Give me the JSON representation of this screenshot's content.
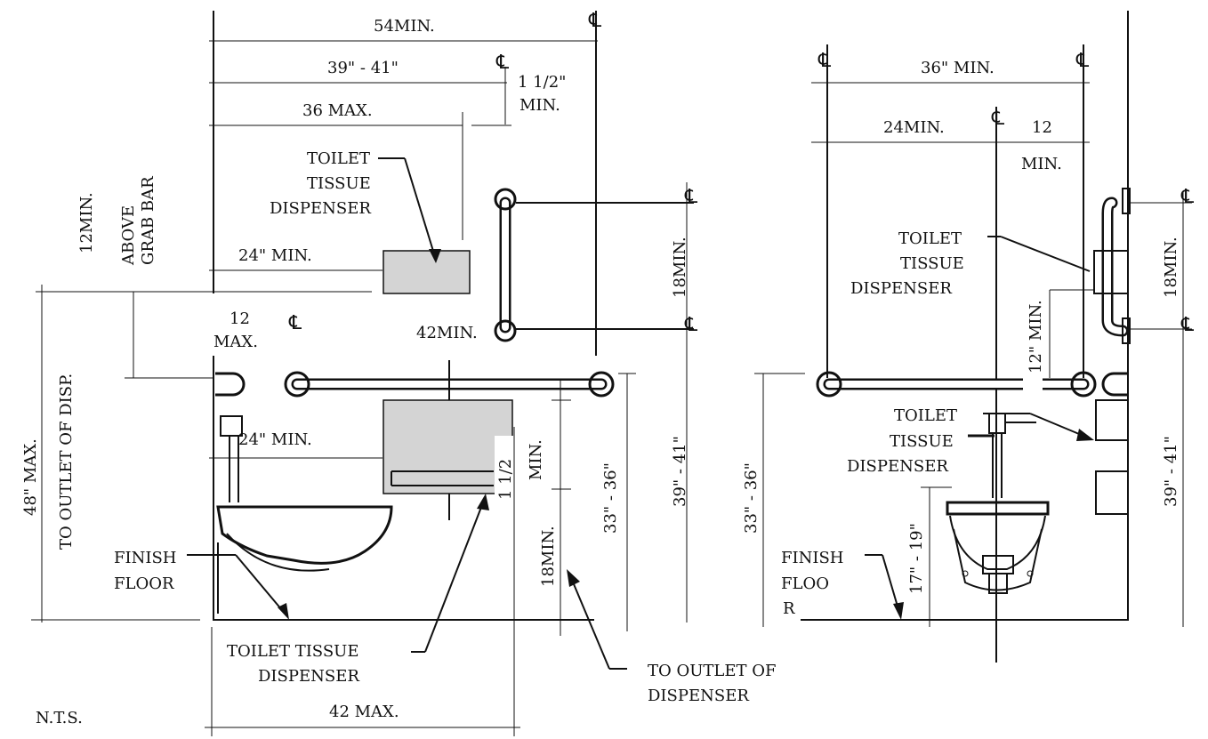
{
  "labels": {
    "d54min": "54MIN.",
    "d39_41_top": "39\" - 41\"",
    "d1_5_a": "1 1/2\"",
    "d1_5_b": "MIN.",
    "d36max": "36 MAX.",
    "tt1_a": "TOILET",
    "tt1_b": "TISSUE",
    "tt1_c": "DISPENSER",
    "d12min_a": "12MIN.",
    "above_a": "ABOVE",
    "above_b": "GRAB BAR",
    "d24min_a": "24\" MIN.",
    "d18min_a": "18MIN.",
    "d12max_a": "12",
    "d12max_b": "MAX.",
    "d42min": "42MIN.",
    "d48max": "48\" MAX.",
    "to_outlet_disp": "TO OUTLET OF DISP.",
    "d24min_b": "24\" MIN.",
    "d1_5_c": "1 1/2",
    "d1_5_d": "MIN.",
    "d33_36_a": "33\" - 36\"",
    "d39_41_a": "39\" - 41\"",
    "d18min_b": "18MIN.",
    "finish_a": "FINISH",
    "floor_a": "FLOOR",
    "tt2_a": "TOILET TISSUE",
    "tt2_b": "DISPENSER",
    "to_outlet_a": "TO OUTLET OF",
    "to_outlet_b": "DISPENSER",
    "d42max": "42 MAX.",
    "nts": "N.T.S.",
    "d36min": "36\" MIN.",
    "d24min_c": "24MIN.",
    "d12_b": "12",
    "d12min_c": "MIN.",
    "tt3_a": "TOILET",
    "tt3_b": "TISSUE",
    "tt3_c": "DISPENSER",
    "d18min_c": "18MIN.",
    "d12min_d": "12\" MIN.",
    "tt4_a": "TOILET",
    "tt4_b": "TISSUE",
    "tt4_c": "DISPENSER",
    "d33_36_b": "33\" - 36\"",
    "d17_19": "17\" - 19\"",
    "d39_41_b": "39\" - 41\"",
    "finish_b": "FINISH",
    "floor_b": "FLOO",
    "floor_c": "R"
  }
}
